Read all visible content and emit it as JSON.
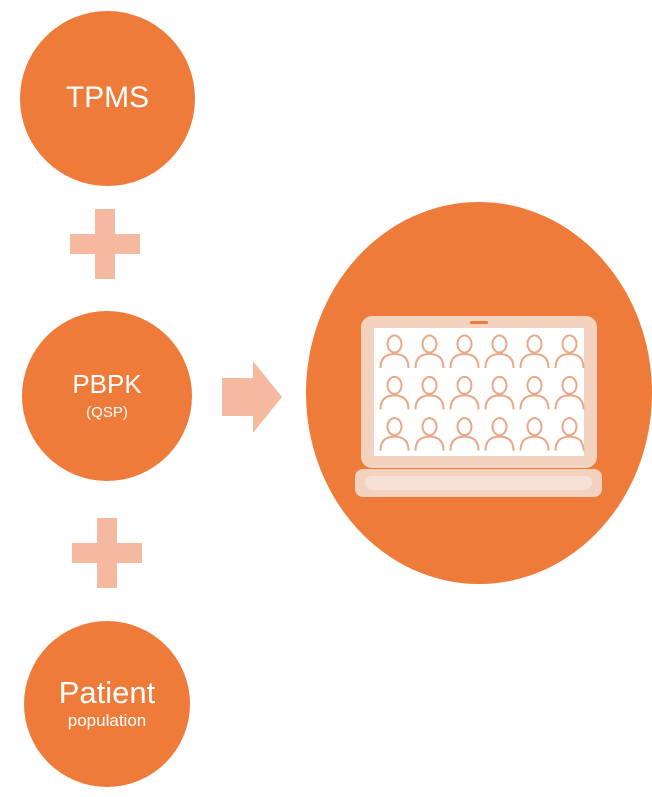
{
  "colors": {
    "node": "#ef7b3a",
    "operator": "#f5b9a0",
    "screen": "#f3d2c0",
    "figure": "#e9a888"
  },
  "nodes": [
    {
      "label": "TPMS",
      "sublabel": ""
    },
    {
      "label": "PBPK",
      "sublabel": "(QSP)"
    },
    {
      "label": "Patient",
      "sublabel": "population"
    }
  ],
  "operators": [
    "plus-icon",
    "plus-icon",
    "arrow-right-icon"
  ],
  "result": {
    "icon": "laptop-population-icon",
    "rows": 3,
    "people_per_row": 6
  }
}
